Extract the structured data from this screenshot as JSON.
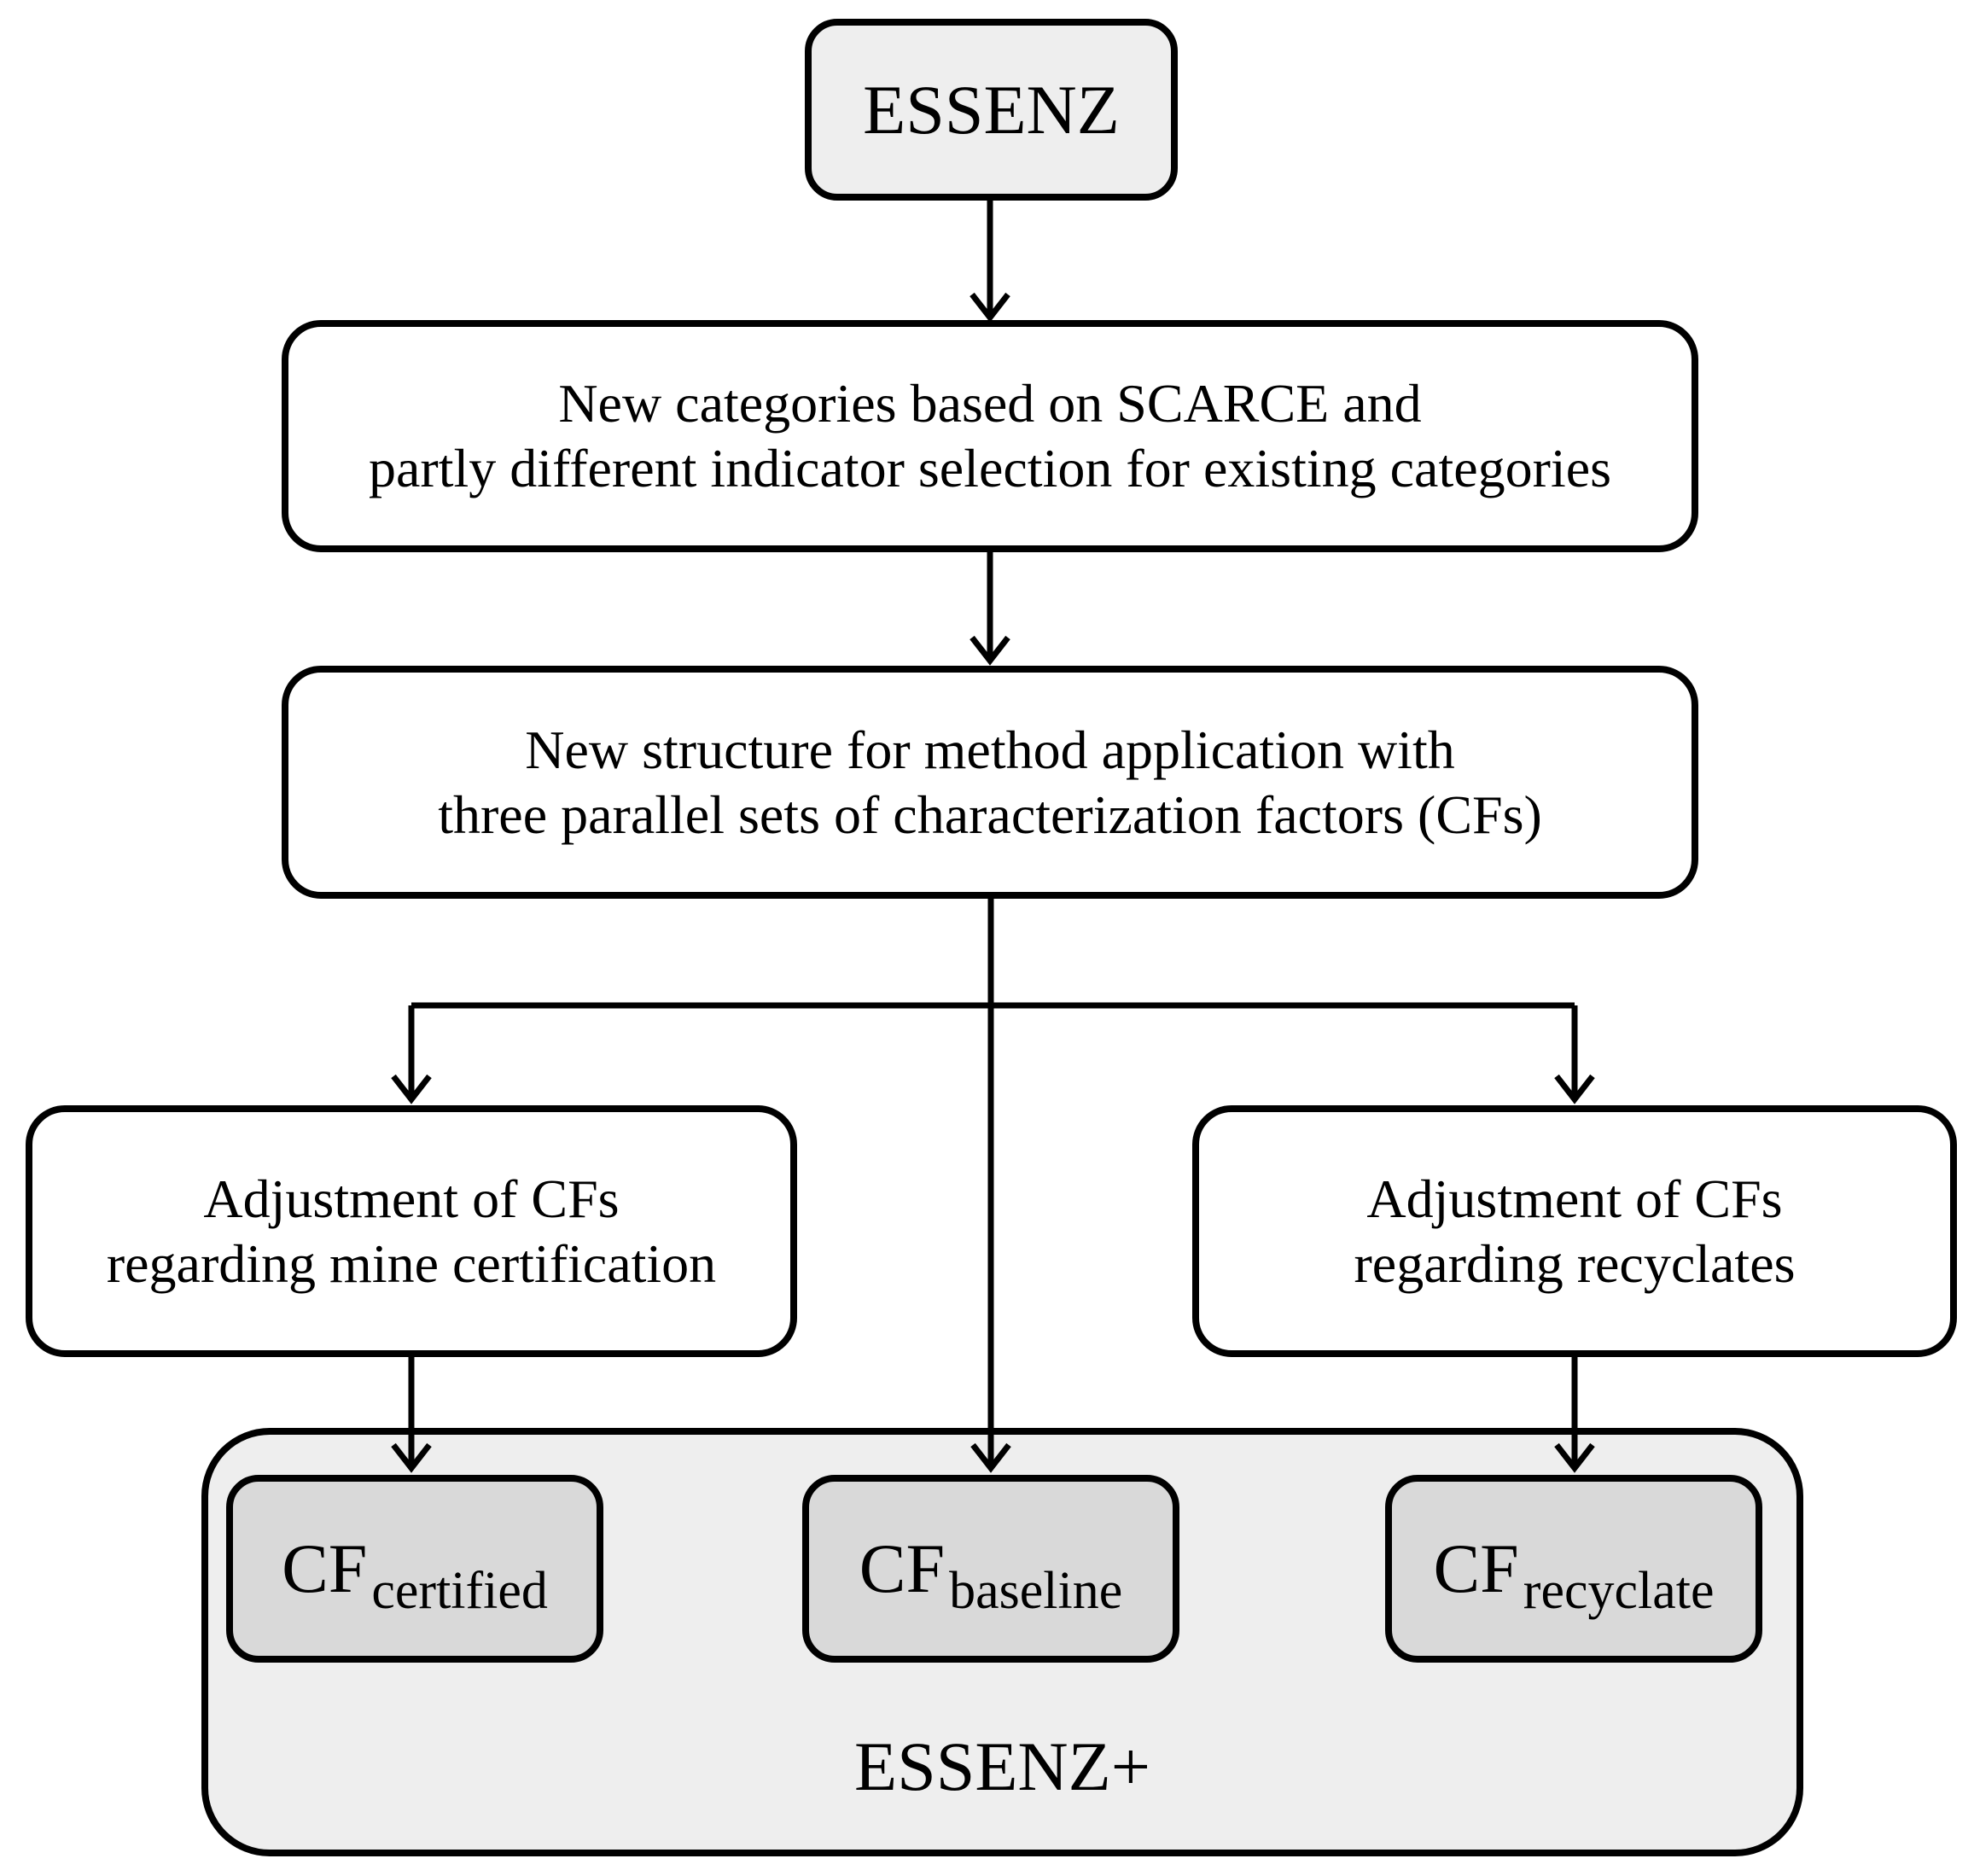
{
  "nodes": {
    "essenz": {
      "label": "ESSENZ"
    },
    "categories": {
      "text": "New categories based on SCARCE and\npartly different indicator selection for existing categories"
    },
    "structure": {
      "text": "New structure for method application with\nthree parallel sets of characterization factors (CFs)"
    },
    "mine_certification": {
      "text": "Adjustment of CFs\nregarding mine certification"
    },
    "recyclates": {
      "text": "Adjustment of CFs\nregarding recyclates"
    },
    "essenz_plus": {
      "label": "ESSENZ+"
    },
    "cf_certified": {
      "main": "CF",
      "sub": "certified"
    },
    "cf_baseline": {
      "main": "CF",
      "sub": "baseline"
    },
    "cf_recyclate": {
      "main": "CF",
      "sub": "recyclate"
    }
  },
  "colors": {
    "background": "#ffffff",
    "node_fill": "#ffffff",
    "highlight_fill": "#eeeeee",
    "cf_fill": "#d9d9d9",
    "line": "#000000"
  }
}
